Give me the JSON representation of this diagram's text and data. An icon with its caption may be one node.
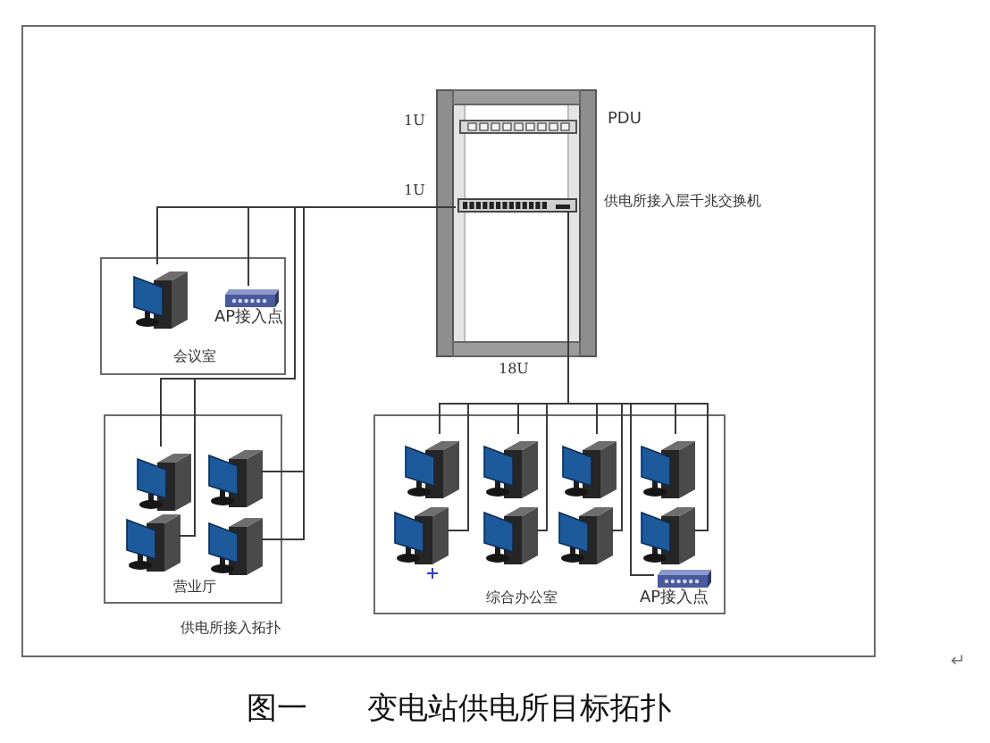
{
  "diagram": {
    "caption": "图一 变电站供电所目标拓扑",
    "nodes": [
      {
        "text": [
          "供电所接入拓扑"
        ]
      },
      {
        "text": [],
        "shape": "picture",
        "in": 0,
        "beside": [
          "18U"
        ]
      },
      {
        "text": [],
        "shape": "picture",
        "in": 1,
        "beside": [
          "1U",
          "PDU"
        ]
      },
      {
        "text": [],
        "shape": "picture",
        "in": 1,
        "beside": [
          "1U",
          "供电所接入层千兆交换机"
        ]
      },
      {
        "text": [
          "会议室"
        ],
        "in": 0
      },
      {
        "text": [],
        "shape": "picture",
        "in": 4
      },
      {
        "text": [],
        "shape": "picture",
        "in": 4,
        "beside": [
          "AP接入点"
        ]
      },
      {
        "text": [
          "营业厅"
        ],
        "in": 0
      },
      {
        "text": [],
        "shape": "picture",
        "in": 7
      },
      {
        "text": [],
        "shape": "picture",
        "in": 7
      },
      {
        "text": [],
        "shape": "picture",
        "in": 7
      },
      {
        "text": [],
        "shape": "picture",
        "in": 7
      },
      {
        "text": [
          "综合办公室"
        ],
        "in": 0
      },
      {
        "text": [],
        "shape": "picture",
        "in": 12
      },
      {
        "text": [],
        "shape": "picture",
        "in": 12
      },
      {
        "text": [],
        "shape": "picture",
        "in": 12
      },
      {
        "text": [],
        "shape": "picture",
        "in": 12
      },
      {
        "text": [],
        "shape": "picture",
        "in": 12
      },
      {
        "text": [],
        "shape": "picture",
        "in": 12
      },
      {
        "text": [],
        "shape": "picture",
        "in": 12
      },
      {
        "text": [],
        "shape": "picture",
        "in": 12
      },
      {
        "text": [],
        "shape": "picture",
        "in": 12,
        "beside": [
          "AP接入点"
        ]
      }
    ],
    "edges": [
      {
        "from": 3,
        "to": 5,
        "arrow": "none"
      },
      {
        "from": 3,
        "to": 6,
        "arrow": "none"
      },
      {
        "from": 3,
        "to": 8,
        "arrow": "none"
      },
      {
        "from": 3,
        "to": 9,
        "arrow": "none"
      },
      {
        "from": 3,
        "to": 10,
        "arrow": "none"
      },
      {
        "from": 3,
        "to": 11,
        "arrow": "none"
      },
      {
        "from": 3,
        "to": 13,
        "arrow": "none"
      },
      {
        "from": 3,
        "to": 14,
        "arrow": "none"
      },
      {
        "from": 3,
        "to": 15,
        "arrow": "none"
      },
      {
        "from": 3,
        "to": 16,
        "arrow": "none"
      },
      {
        "from": 3,
        "to": 17,
        "arrow": "none"
      },
      {
        "from": 3,
        "to": 18,
        "arrow": "none"
      },
      {
        "from": 3,
        "to": 19,
        "arrow": "none"
      },
      {
        "from": 3,
        "to": 20,
        "arrow": "none"
      },
      {
        "from": 3,
        "to": 21,
        "arrow": "none"
      }
    ],
    "labels": [
      "↵"
    ]
  }
}
